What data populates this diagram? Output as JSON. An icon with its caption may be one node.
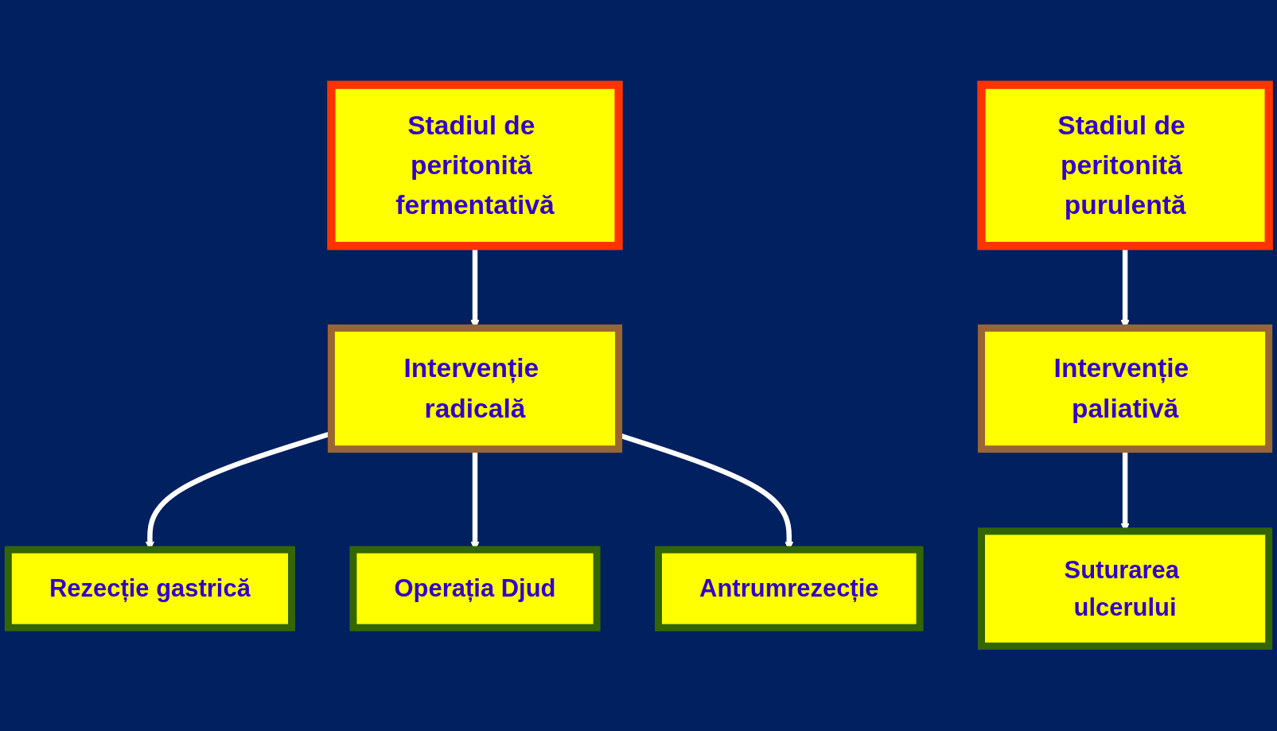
{
  "diagram": {
    "nodes": [
      {
        "text": [
          "Stadiul de peritonită fermentativă"
        ]
      },
      {
        "text": [
          "Stadiul de peritonită purulentă"
        ]
      },
      {
        "text": [
          "Intervenție radicală"
        ]
      },
      {
        "text": [
          "Intervenție paliativă"
        ]
      },
      {
        "text": [
          "Rezecție gastrică"
        ]
      },
      {
        "text": [
          "Antrumrezecție"
        ]
      },
      {
        "text": [
          "Operația Djud"
        ]
      },
      {
        "text": [
          "Suturarea ulcerului"
        ]
      }
    ],
    "edges": [
      {
        "from": 0,
        "to": 2,
        "arrow": "to"
      },
      {
        "from": 1,
        "to": 3,
        "arrow": "to"
      },
      {
        "from": 2,
        "to": 4,
        "arrow": "to"
      },
      {
        "from": 2,
        "to": 6,
        "arrow": "to"
      },
      {
        "from": 2,
        "to": 5,
        "arrow": "to"
      },
      {
        "from": 3,
        "to": 7,
        "arrow": "to"
      }
    ]
  }
}
